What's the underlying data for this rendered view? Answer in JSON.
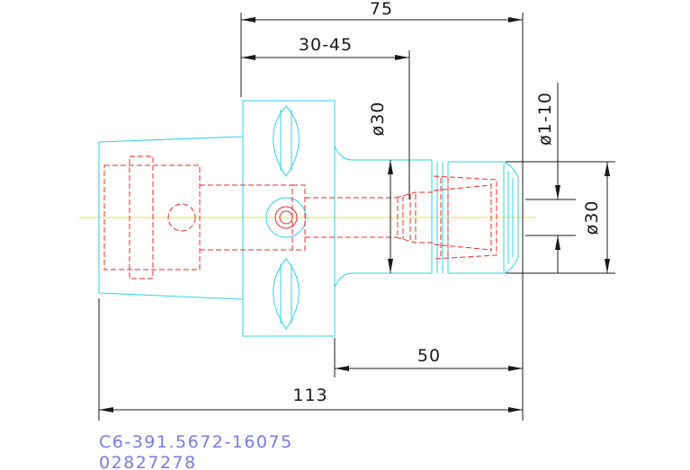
{
  "dimensions": {
    "overall_length": "113",
    "top_length": "75",
    "clamp_range": "30-45",
    "nose_length": "50",
    "bore_diameter": "ø30",
    "clamp_diameter_range": "ø1-10",
    "nose_diameter": "ø30"
  },
  "part": {
    "code": "C6-391.5672-16075",
    "order_number": "02827278"
  },
  "colors": {
    "body_outline": "#2fd3e6",
    "hidden_lines": "#ee2a2a",
    "dimension_lines": "#1a1a1a",
    "center_line": "#e6e24a",
    "part_text": "#7a7ae6"
  }
}
